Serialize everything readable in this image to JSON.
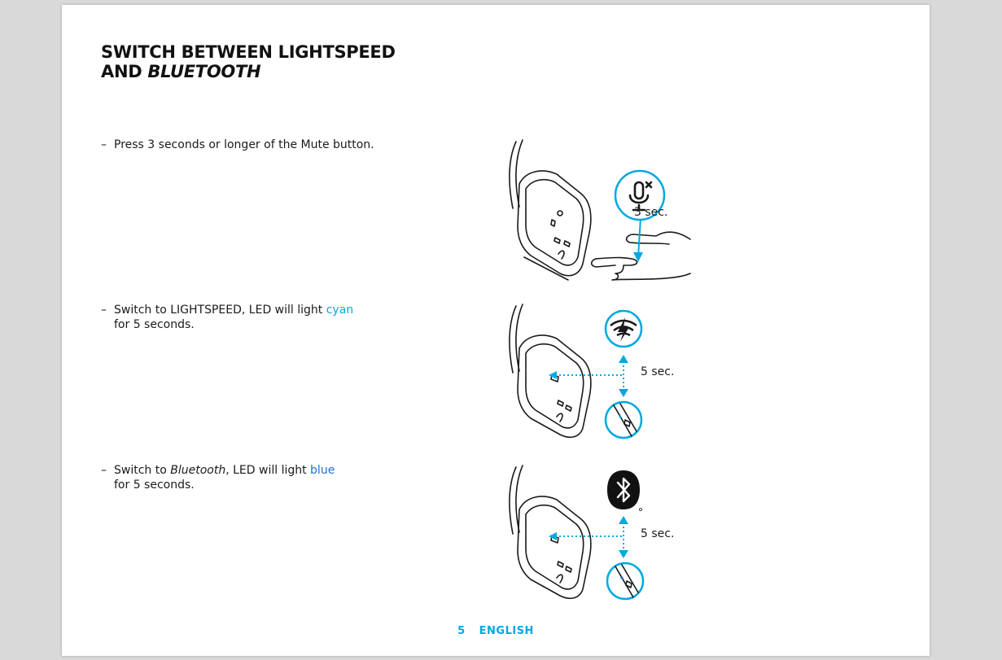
{
  "section": {
    "title_line1": "SWITCH BETWEEN LIGHTSPEED",
    "title_line2_prefix": "AND ",
    "title_line2_italic": "BLUETOOTH"
  },
  "steps": [
    {
      "dash": "–",
      "text": "Press 3 seconds or longer of the Mute button.",
      "duration_label": "3 sec."
    },
    {
      "dash": "–",
      "text_before": "Switch to LIGHTSPEED, LED will light ",
      "highlight": "cyan",
      "text_cont": "for 5 seconds.",
      "duration_label": "5 sec.",
      "highlight_color": "#00a9e0"
    },
    {
      "dash": "–",
      "text_prefix": "Switch to ",
      "text_italic": "Bluetooth",
      "text_before": ", LED will light ",
      "highlight": "blue",
      "text_cont": "for 5 seconds.",
      "duration_label": "5 sec.",
      "highlight_color": "#1f6fd1"
    }
  ],
  "footer": {
    "page_number": "5",
    "language": "ENGLISH"
  },
  "colors": {
    "accent": "#00a9e0",
    "blue": "#1f6fd1"
  },
  "icons": [
    "mute-mic-icon",
    "lightspeed-icon",
    "bluetooth-icon",
    "headset-illustration",
    "finger-press-illustration",
    "led-zoom-icon"
  ]
}
